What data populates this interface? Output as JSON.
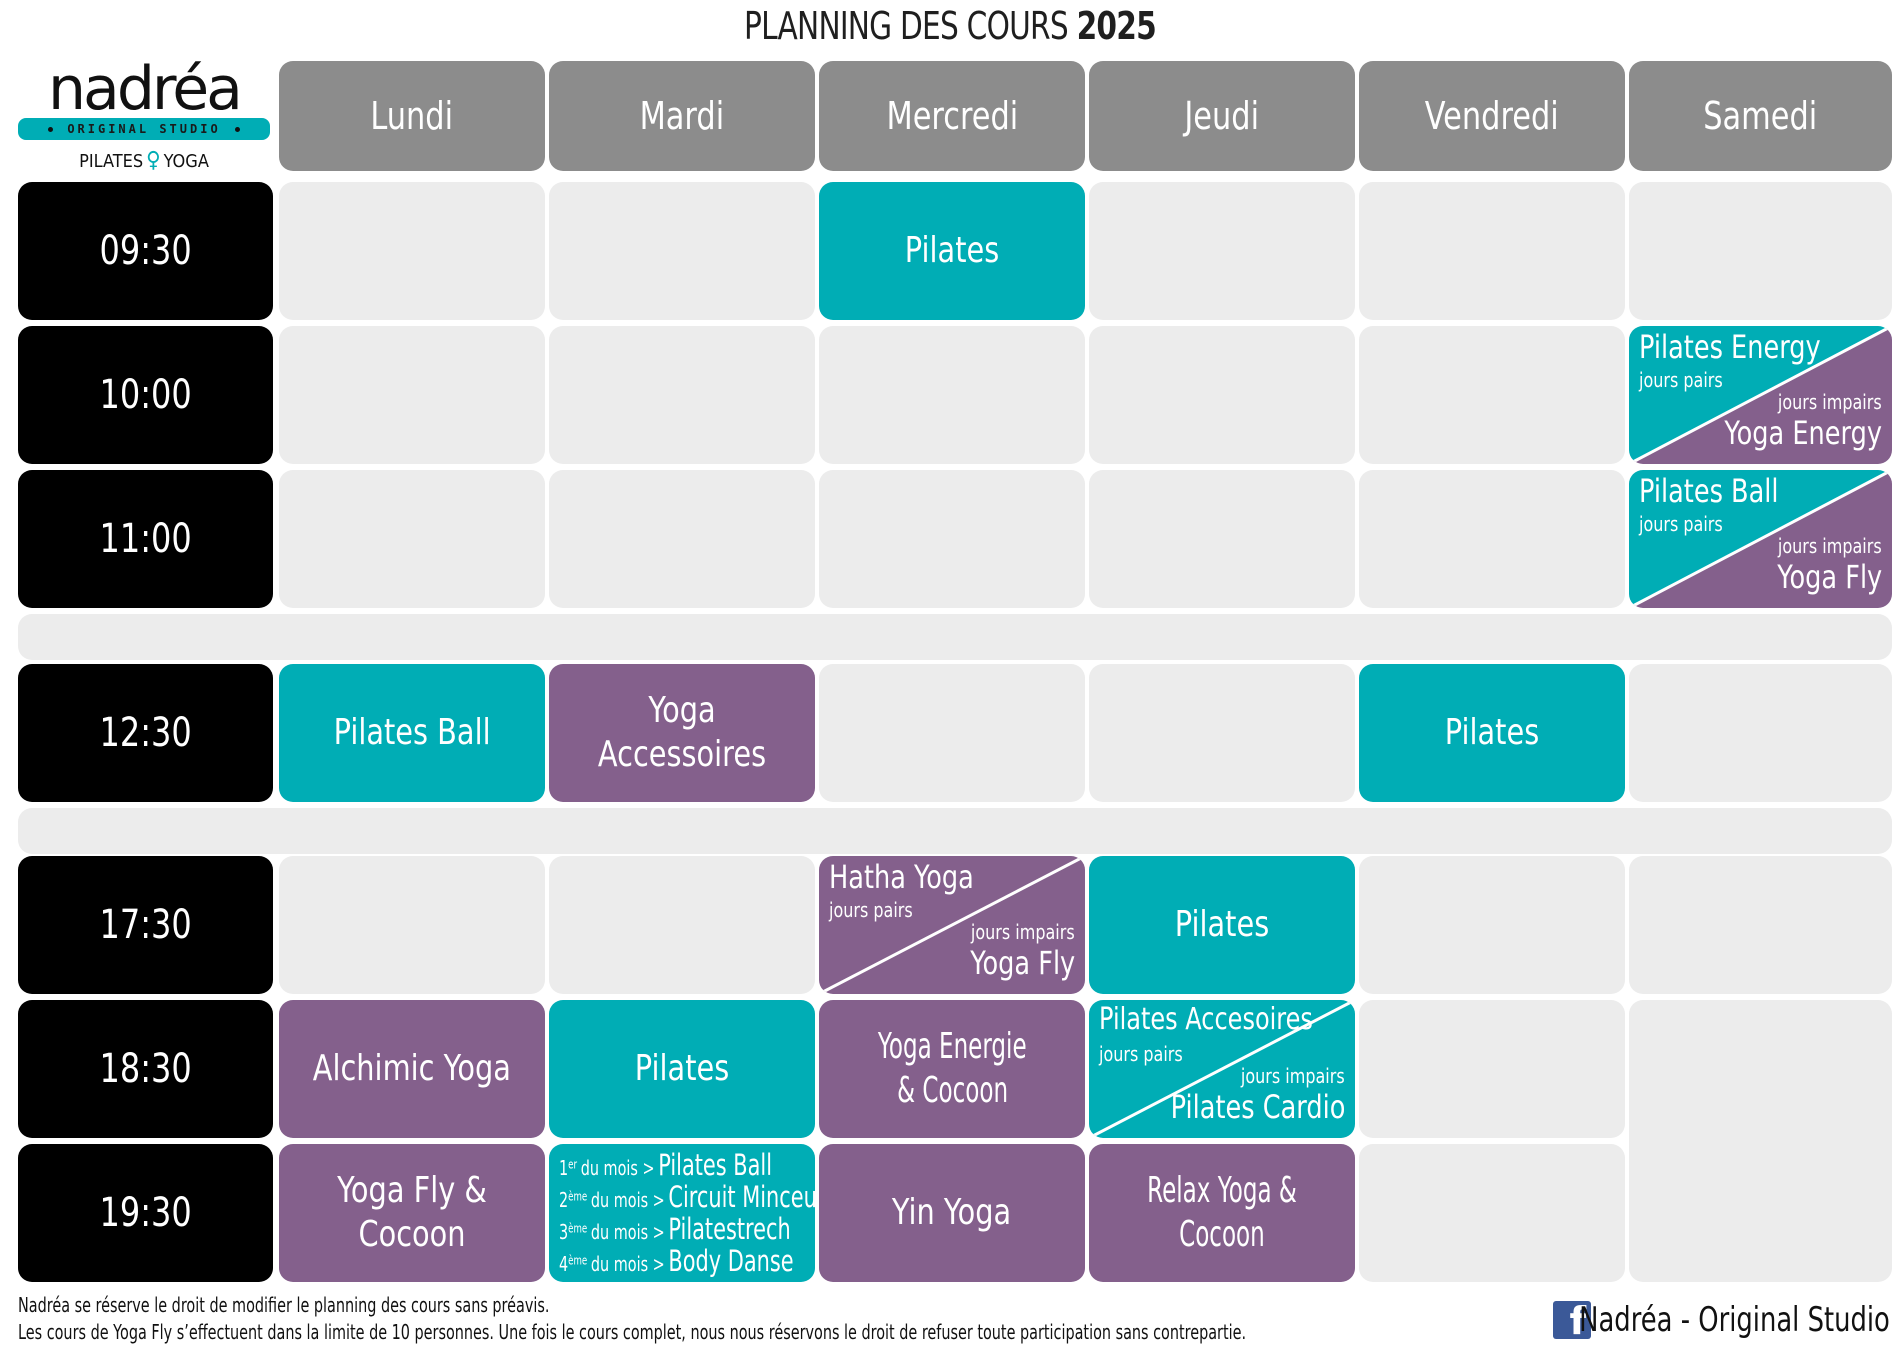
{
  "title": {
    "prefix": "PLANNING DES COURS",
    "year": "2025"
  },
  "logo": {
    "word": "nadréa",
    "bar": "ORIGINAL STUDIO",
    "left": "PILATES",
    "right": "YOGA"
  },
  "days": [
    "Lundi",
    "Mardi",
    "Mercredi",
    "Jeudi",
    "Vendredi",
    "Samedi"
  ],
  "times": [
    "09:30",
    "10:00",
    "11:00",
    "12:30",
    "17:30",
    "18:30",
    "19:30"
  ],
  "sessions": {
    "r0_wed": "Pilates",
    "r1_sat": {
      "top": "Pilates Energy",
      "top_sub": "jours pairs",
      "bottom_sub": "jours impairs",
      "bottom": "Yoga Energy"
    },
    "r2_sat": {
      "top": "Pilates Ball",
      "top_sub": "jours pairs",
      "bottom_sub": "jours impairs",
      "bottom": "Yoga Fly"
    },
    "r3_mon": "Pilates Ball",
    "r3_tue": "Yoga Accessoires",
    "r3_fri": "Pilates",
    "r4_wed": {
      "top": "Hatha Yoga",
      "top_sub": "jours pairs",
      "bottom_sub": "jours impairs",
      "bottom": "Yoga Fly"
    },
    "r4_thu": "Pilates",
    "r5_mon": "Alchimic Yoga",
    "r5_tue": "Pilates",
    "r5_wed": {
      "line1": "Yoga Energie",
      "line2": "& Cocoon"
    },
    "r5_thu": {
      "top": "Pilates Accesoires",
      "top_sub": "jours pairs",
      "bottom_sub": "jours impairs",
      "bottom": "Pilates Cardio"
    },
    "r6_mon": "Yoga Fly & Cocoon",
    "r6_tue": [
      {
        "num": "1",
        "sup": "er",
        "mid": "du mois >",
        "course": "Pilates Ball"
      },
      {
        "num": "2",
        "sup": "ème",
        "mid": "du mois >",
        "course": "Circuit Minceur"
      },
      {
        "num": "3",
        "sup": "ème",
        "mid": "du mois >",
        "course": "Pilatestrech"
      },
      {
        "num": "4",
        "sup": "ème",
        "mid": "du mois >",
        "course": "Body Danse"
      }
    ],
    "r6_wed": "Yin Yoga",
    "r6_thu": {
      "line1": "Relax Yoga &",
      "line2": "Cocoon"
    }
  },
  "footer": {
    "line1": "Nadréa se réserve le droit de modifier le planning  des cours sans préavis.",
    "line2": "Les cours de Yoga Fly s’effectuent dans la limite de 10 personnes. Une fois le cours complet, nous nous réservons le droit de refuser toute participation sans contrepartie.",
    "facebook": "Nadréa - Original Studio"
  },
  "colors": {
    "teal": "#00adb5",
    "purple": "#84608c",
    "header": "#8c8c8c",
    "empty": "#ececec",
    "time": "#000000"
  }
}
